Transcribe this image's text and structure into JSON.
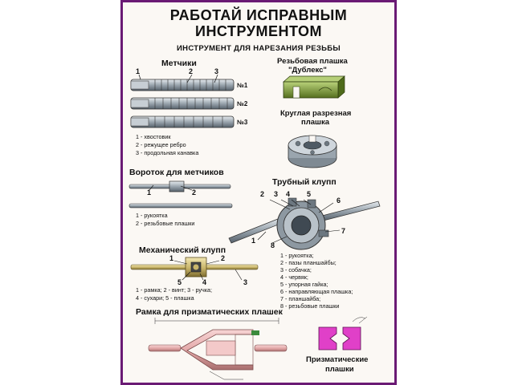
{
  "poster": {
    "title_line1": "РАБОТАЙ ИСПРАВНЫМ",
    "title_line2": "ИНСТРУМЕНТОМ",
    "subtitle": "ИНСТРУМЕНТ ДЛЯ НАРЕЗАНИЯ РЕЗЬБЫ"
  },
  "taps": {
    "heading": "Метчики",
    "callouts": [
      "1",
      "2",
      "3"
    ],
    "numbers": [
      "№1",
      "№2",
      "№3"
    ],
    "legend": [
      "1 - хвостовик",
      "2 - режущее ребро",
      "3 - продольная канавка"
    ]
  },
  "die_duplex": {
    "heading_line1": "Резьбовая плашка",
    "heading_line2": "\"Дублекс\""
  },
  "round_die": {
    "heading_line1": "Круглая разрезная",
    "heading_line2": "плашка"
  },
  "tap_wrench": {
    "heading": "Вороток для метчиков",
    "callouts": [
      "1",
      "2"
    ],
    "legend": [
      "1 - рукоятка",
      "2 - резьбовые плашки"
    ]
  },
  "pipe_stock": {
    "heading": "Трубный клупп",
    "callouts": [
      "2",
      "3",
      "4",
      "5",
      "6",
      "7",
      "1",
      "8"
    ],
    "legend": [
      "1 - рукоятка;",
      "2 - пазы планшайбы;",
      "3 - собачка;",
      "4 - червяк;",
      "5 - упорная гайка;",
      "6 - направляющая плашка;",
      "7 - планшайба;",
      "8 - резьбовые плашки"
    ]
  },
  "mech_stock": {
    "heading": "Механический клупп",
    "callouts": [
      "1",
      "2",
      "5",
      "4",
      "3"
    ],
    "legend_line1": "1 - рамка; 2 - винт; 3 - ручка;",
    "legend_line2": "4 - сухари; 5 - плашка"
  },
  "frame": {
    "heading": "Рамка для призматических плашек"
  },
  "prism_dies": {
    "heading_line1": "Призматические",
    "heading_line2": "плашки"
  },
  "colors": {
    "border": "#6a1a74",
    "metal": "#9aa5ae",
    "metal_dark": "#4f5a64",
    "brass": "#c9b56a",
    "die_green": "#7c9a3a",
    "frame_pink": "#e2a6a6",
    "prism_magenta": "#e040c8"
  }
}
